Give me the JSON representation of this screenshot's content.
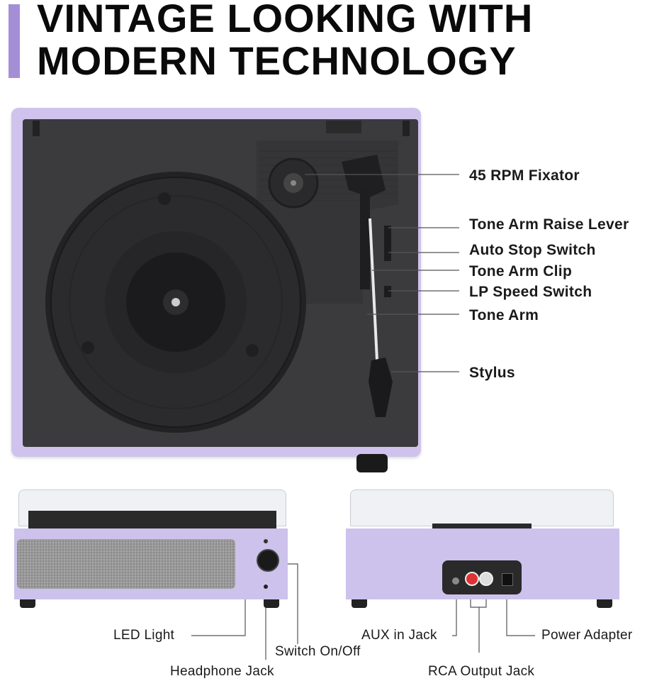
{
  "headline": {
    "line1": "VINTAGE LOOKING WITH",
    "line2": "MODERN TECHNOLOGY"
  },
  "colors": {
    "accent": "#a48fd6",
    "body_lavender": "#cdc2ec",
    "deck_plate": "#3b3b3d"
  },
  "top_callouts": {
    "fixator": "45 RPM Fixator",
    "raise_lever": "Tone Arm Raise Lever",
    "auto_stop": "Auto Stop Switch",
    "arm_clip": "Tone Arm Clip",
    "speed_switch": "LP Speed Switch",
    "tone_arm": "Tone Arm",
    "stylus": "Stylus"
  },
  "front_callouts": {
    "led": "LED Light",
    "switch": "Switch On/Off",
    "headphone": "Headphone Jack"
  },
  "back_callouts": {
    "aux": "AUX in Jack",
    "power": "Power Adapter",
    "rca": "RCA Output Jack"
  }
}
